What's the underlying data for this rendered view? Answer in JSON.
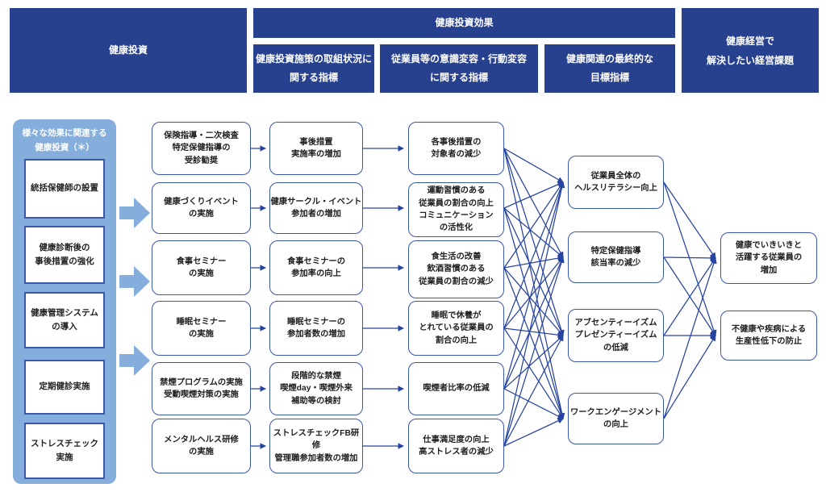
{
  "colors": {
    "header_navy": "#27418f",
    "panel_light_blue": "#85aedd",
    "node_border_blue": "#3a57a8",
    "connector_blue": "#2743a0",
    "text_dark": "#1f1f1f",
    "text_white": "#ffffff"
  },
  "headers": {
    "investment": "健康投資",
    "effect": "健康投資効果",
    "sub_implementation": "健康投資施策の取組状況に\n関する指標",
    "sub_awareness": "従業員等の意識変容・行動変容\nに関する指標",
    "sub_target": "健康関連の最終的な\n目標指標",
    "challenge": "健康経営で\n解決したい経営課題"
  },
  "left_panel": {
    "title": "様々な効果に関連する\n健康投資（＊）",
    "items": [
      "統括保健師の設置",
      "健康診断後の\n事後措置の強化",
      "健康管理システム\nの導入",
      "定期健診実施",
      "ストレスチェック\n実施"
    ]
  },
  "nodes": {
    "investments": [
      "保険指導・二次検査\n特定保健指導の\n受診勧奨",
      "健康づくりイベント\nの実施",
      "食事セミナー\nの実施",
      "睡眠セミナー\nの実施",
      "禁煙プログラムの実施\n受動喫煙対策の実施",
      "メンタルヘルス研修\nの実施"
    ],
    "implementation_metrics": [
      "事後措置\n実施率の増加",
      "健康サークル・イベント\n参加者の増加",
      "食事セミナーの\n参加率の向上",
      "睡眠セミナーの\n参加者数の増加",
      "段階的な禁煙\n喫煙day・喫煙外来\n補助等の検討",
      "ストレスチェックFB研修\n管理職参加者数の増加"
    ],
    "awareness_metrics": [
      "各事後措置の\n対象者の減少",
      "運動習慣のある\n従業員の割合の向上\nコミュニケーション\nの活性化",
      "食生活の改善\n飲酒習慣のある\n従業員の割合の減少",
      "睡眠で休養が\nとれている従業員の\n割合の向上",
      "喫煙者比率の低減",
      "仕事満足度の向上\n高ストレス者の減少"
    ],
    "target_metrics": [
      "従業員全体の\nヘルスリテラシー向上",
      "特定保健指導\n該当率の減少",
      "アブセンティーイズム\nプレゼンティーイズム\nの低減",
      "ワークエンゲージメント\nの向上"
    ],
    "management_issues": [
      "健康でいきいきと\n活躍する従業員の\n増加",
      "不健康や疾病による\n生産性低下の防止"
    ]
  }
}
